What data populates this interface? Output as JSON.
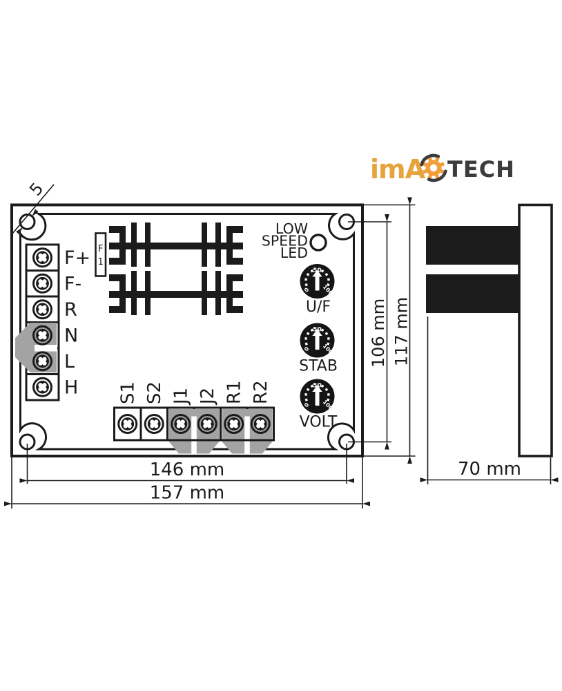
{
  "logo": {
    "word1": "imA",
    "word2": "TECH"
  },
  "board": {
    "left_terminals": [
      "F+",
      "F-",
      "R",
      "N",
      "L",
      "H"
    ],
    "bottom_terminals": [
      "S1",
      "S2",
      "J1",
      "J2",
      "R1",
      "R2"
    ],
    "fuse": {
      "line1": "F",
      "line2": "1"
    },
    "led": {
      "line1": "LOW",
      "line2": "SPEED",
      "line3": "LED"
    }
  },
  "pots": {
    "scale": {
      "top": "50",
      "left": "0",
      "right": "100"
    },
    "items": [
      {
        "name": "U/F"
      },
      {
        "name": "STAB"
      },
      {
        "name": "VOLT"
      }
    ]
  },
  "dimensions": {
    "hole_diameter": "5",
    "hole_spacing_width": "146 mm",
    "board_width": "157 mm",
    "hole_spacing_height": "106 mm",
    "board_height": "117 mm",
    "side_depth": "70 mm"
  },
  "colors": {
    "line": "#1b1b1b",
    "connector_gray": "#a3a3a3",
    "logo_gold": "#e8a43c",
    "logo_dark": "#3c3c3e"
  }
}
